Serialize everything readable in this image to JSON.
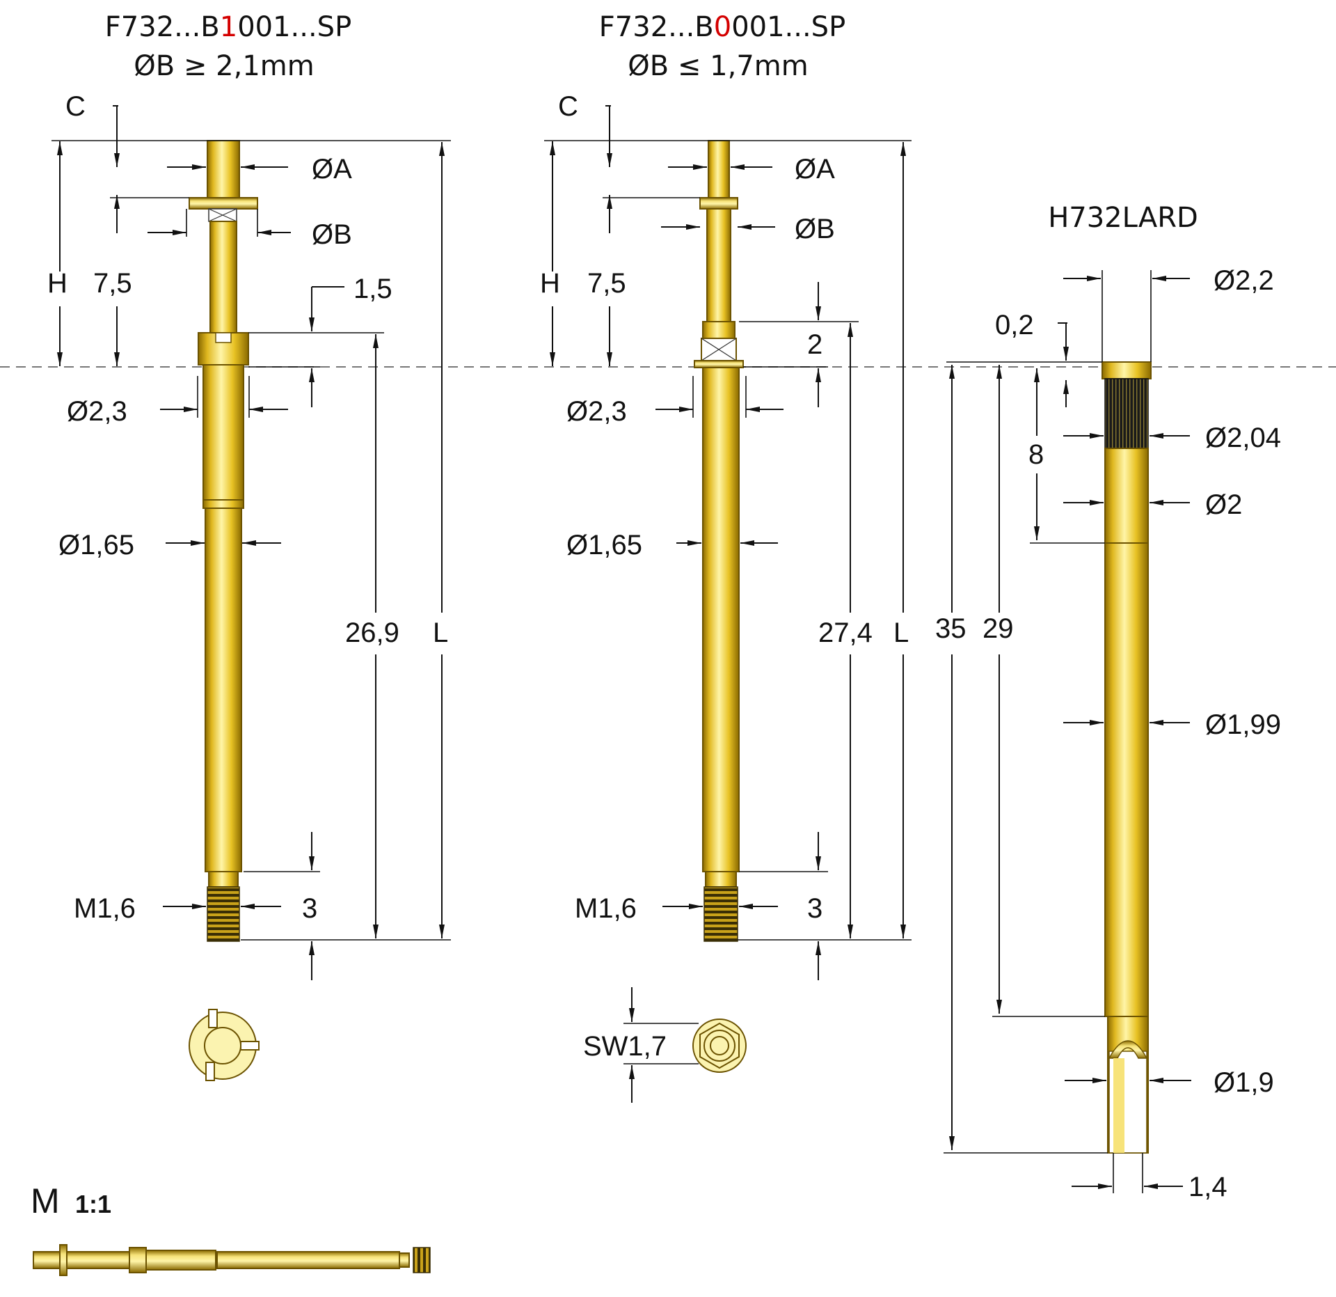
{
  "colors": {
    "accent": "#d40000",
    "gold_light": "#fff4a3",
    "gold_mid": "#e8c224",
    "gold_dark": "#9c7a00",
    "thread": "#6e5a10"
  },
  "probe1": {
    "title_before": "F732...B",
    "title_red": "1",
    "title_after": "001...SP",
    "subtitle": "ØB ≥ 2,1mm",
    "label_C": "C",
    "label_phiA": "ØA",
    "label_phiB": "ØB",
    "label_H": "H",
    "dim_7_5": "7,5",
    "dim_1_5": "1,5",
    "dim_phi_2_3": "Ø2,3",
    "dim_phi_1_65": "Ø1,65",
    "dim_26_9": "26,9",
    "label_L": "L",
    "label_M1_6": "M1,6",
    "dim_3": "3"
  },
  "probe2": {
    "title_before": "F732...B",
    "title_red": "0",
    "title_after": "001...SP",
    "subtitle": "ØB ≤ 1,7mm",
    "label_C": "C",
    "label_phiA": "ØA",
    "label_phiB": "ØB",
    "label_H": "H",
    "dim_7_5": "7,5",
    "dim_2": "2",
    "dim_phi_2_3": "Ø2,3",
    "dim_phi_1_65": "Ø1,65",
    "dim_27_4": "27,4",
    "label_L": "L",
    "label_M1_6": "M1,6",
    "dim_3": "3",
    "label_SW": "SW1,7"
  },
  "receptacle": {
    "title": "H732LARD",
    "dim_phi_2_2": "Ø2,2",
    "dim_0_2": "0,2",
    "dim_phi_2_04": "Ø2,04",
    "dim_8": "8",
    "dim_phi_2": "Ø2",
    "dim_35": "35",
    "dim_29": "29",
    "dim_phi_1_99": "Ø1,99",
    "dim_phi_1_9": "Ø1,9",
    "dim_1_4": "1,4"
  },
  "scale": {
    "label_M": "M",
    "label_ratio": "1:1"
  }
}
